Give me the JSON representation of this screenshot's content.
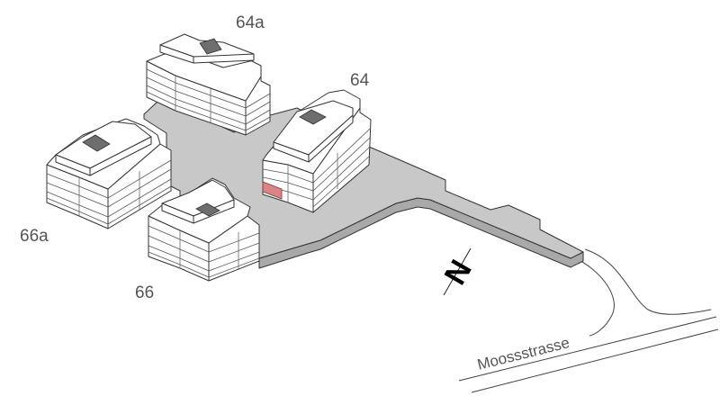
{
  "diagram": {
    "buildings": [
      {
        "id": "64a",
        "label": "64a"
      },
      {
        "id": "64",
        "label": "64"
      },
      {
        "id": "66a",
        "label": "66a"
      },
      {
        "id": "66",
        "label": "66"
      }
    ],
    "street": {
      "label": "Moossstrasse"
    },
    "north_arrow": {
      "label": "N"
    },
    "colors": {
      "platform_top": "#c8c8c8",
      "platform_edge": "#a9a9a9",
      "building_face": "#ffffff",
      "roof_hatch": "#6e6e6e",
      "highlight": "#d98585",
      "line": "#333333"
    }
  }
}
